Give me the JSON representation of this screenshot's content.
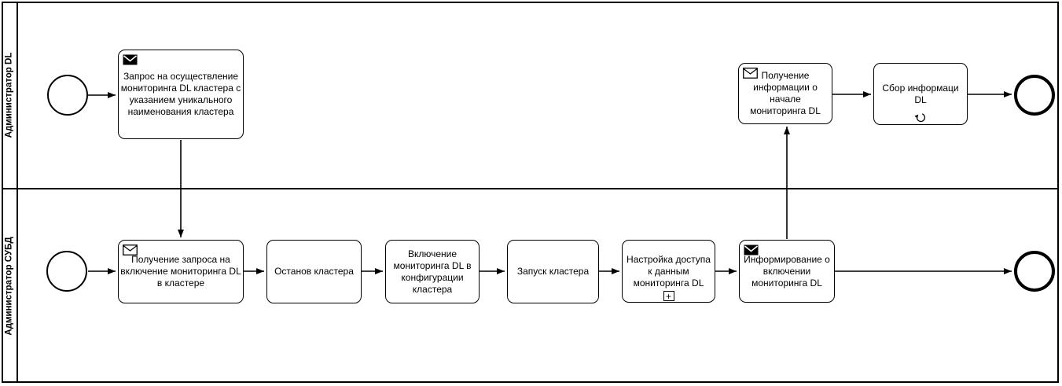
{
  "lanes": [
    {
      "label": "Администратор DL"
    },
    {
      "label": "Администратор СУБД"
    }
  ],
  "nodes": {
    "task_request": {
      "label": "Запрос на осуществление мониторинга DL кластера с указанием уникального наименования кластера",
      "icon": "message-send"
    },
    "task_receive_info": {
      "label": "Получение информации о начале мониторинга DL",
      "icon": "message-receive"
    },
    "task_collect_info": {
      "label": "Сбор информаци DL",
      "marker": "loop"
    },
    "task_receive_request": {
      "label": "Получение запроса на включение мониторинга DL в кластере",
      "icon": "message-receive"
    },
    "task_stop_cluster": {
      "label": "Останов кластера"
    },
    "task_enable_monitoring": {
      "label": "Включение мониторинга DL в конфигурации кластера"
    },
    "task_start_cluster": {
      "label": "Запуск кластера"
    },
    "task_configure_access": {
      "label": "Настройка доступа к данным мониторинга DL",
      "marker": "subprocess"
    },
    "task_inform": {
      "label": "Информирование о включении мониторинга DL",
      "icon": "message-send"
    }
  },
  "markers": {
    "subprocess_plus": "+"
  },
  "colors": {
    "stroke": "#000000",
    "fill": "#ffffff"
  }
}
